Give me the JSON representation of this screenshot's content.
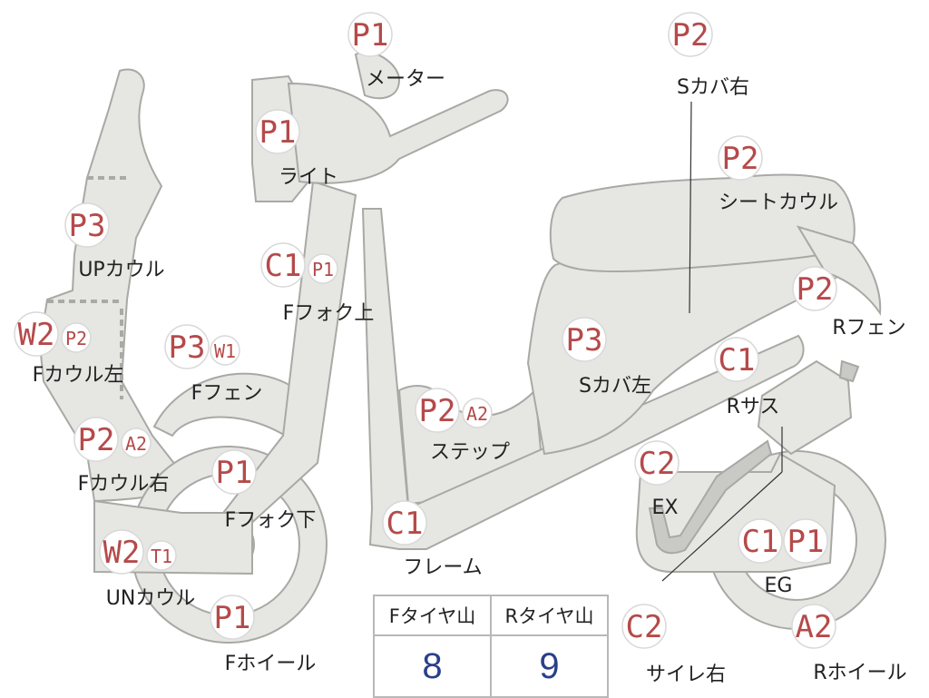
{
  "badge_color": "#b54a4a",
  "table_value_color": "#2a3f8a",
  "parts": [
    {
      "id": "meter",
      "codes": [
        "P1"
      ],
      "label": "メーター"
    },
    {
      "id": "s-cover-right",
      "codes": [
        "P2"
      ],
      "label": "Sカバ右"
    },
    {
      "id": "light",
      "codes": [
        "P1"
      ],
      "label": "ライト"
    },
    {
      "id": "seat-cowl",
      "codes": [
        "P2"
      ],
      "label": "シートカウル"
    },
    {
      "id": "up-cowl",
      "codes": [
        "P3"
      ],
      "label": "UPカウル"
    },
    {
      "id": "f-fork-upper",
      "codes": [
        "C1",
        "P1"
      ],
      "label": "Fフォク上"
    },
    {
      "id": "r-fender",
      "codes": [
        "P2"
      ],
      "label": "Rフェン"
    },
    {
      "id": "f-cowl-left",
      "codes": [
        "W2",
        "P2"
      ],
      "label": "Fカウル左"
    },
    {
      "id": "f-fender",
      "codes": [
        "P3",
        "W1"
      ],
      "label": "Fフェン"
    },
    {
      "id": "s-cover-left",
      "codes": [
        "P3"
      ],
      "label": "Sカバ左"
    },
    {
      "id": "r-suspension",
      "codes": [
        "C1"
      ],
      "label": "Rサス"
    },
    {
      "id": "step",
      "codes": [
        "P2",
        "A2"
      ],
      "label": "ステップ"
    },
    {
      "id": "f-cowl-right",
      "codes": [
        "P2",
        "A2"
      ],
      "label": "Fカウル右"
    },
    {
      "id": "exhaust",
      "codes": [
        "C2"
      ],
      "label": "EX"
    },
    {
      "id": "f-fork-lower",
      "codes": [
        "P1"
      ],
      "label": "Fフォク下"
    },
    {
      "id": "frame",
      "codes": [
        "C1"
      ],
      "label": "フレーム"
    },
    {
      "id": "engine",
      "codes": [
        "C1",
        "P1"
      ],
      "label": "EG"
    },
    {
      "id": "un-cowl",
      "codes": [
        "W2",
        "T1"
      ],
      "label": "UNカウル"
    },
    {
      "id": "f-wheel",
      "codes": [
        "P1"
      ],
      "label": "Fホイール"
    },
    {
      "id": "silencer-right",
      "codes": [
        "C2"
      ],
      "label": "サイレ右"
    },
    {
      "id": "r-wheel",
      "codes": [
        "A2"
      ],
      "label": "Rホイール"
    }
  ],
  "tread_table": {
    "headers": [
      "Fタイヤ山",
      "Rタイヤ山"
    ],
    "values": [
      "8",
      "9"
    ]
  }
}
